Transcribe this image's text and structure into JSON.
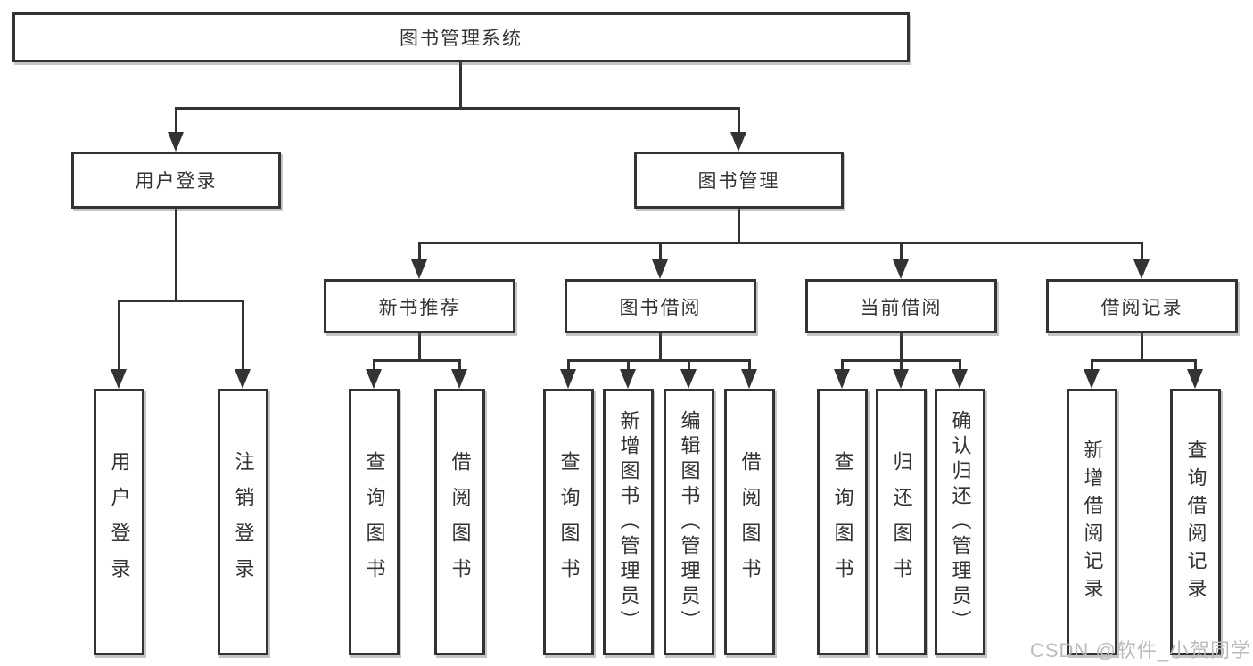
{
  "diagram_type": "hierarchy-tree",
  "watermark": "CSDN @软件_小贺同学",
  "colors": {
    "line": "#333336",
    "box_border": "#333336",
    "text": "#333336",
    "watermark": "#bcbcbc",
    "background": "#ffffff"
  },
  "tree": {
    "label": "图书管理系统",
    "children": [
      {
        "label": "用户登录",
        "children": [
          {
            "label": "用户登录"
          },
          {
            "label": "注销登录"
          }
        ]
      },
      {
        "label": "图书管理",
        "children": [
          {
            "label": "新书推荐",
            "children": [
              {
                "label": "查询图书"
              },
              {
                "label": "借阅图书"
              }
            ]
          },
          {
            "label": "图书借阅",
            "children": [
              {
                "label": "查询图书"
              },
              {
                "label": "新增图书（管理员）"
              },
              {
                "label": "编辑图书（管理员）"
              },
              {
                "label": "借阅图书"
              }
            ]
          },
          {
            "label": "当前借阅",
            "children": [
              {
                "label": "查询图书"
              },
              {
                "label": "归还图书"
              },
              {
                "label": "确认归还（管理员）"
              }
            ]
          },
          {
            "label": "借阅记录",
            "children": [
              {
                "label": "新增借阅记录"
              },
              {
                "label": "查询借阅记录"
              }
            ]
          }
        ]
      }
    ]
  }
}
